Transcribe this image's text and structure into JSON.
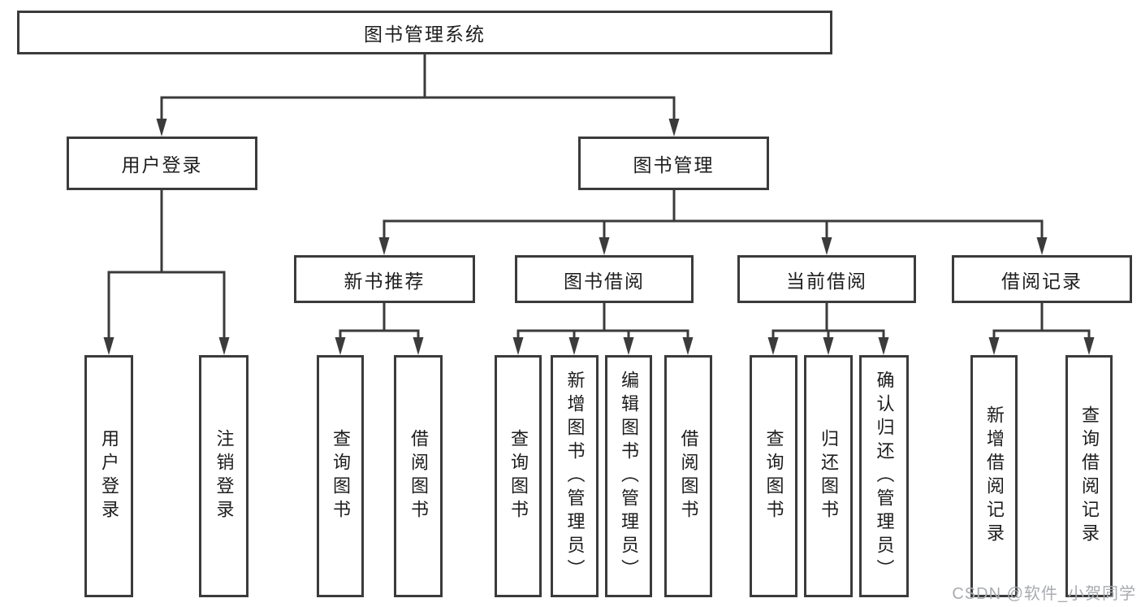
{
  "diagram": {
    "root": {
      "label": "图书管理系统"
    },
    "branches": [
      {
        "label": "用户登录",
        "children": [
          "用户登录",
          "注销登录"
        ]
      },
      {
        "label": "图书管理"
      }
    ],
    "modules": [
      {
        "label": "新书推荐",
        "children": [
          "查询图书",
          "借阅图书"
        ]
      },
      {
        "label": "图书借阅",
        "children": [
          "查询图书",
          "新增图书（管理员）",
          "编辑图书（管理员）",
          "借阅图书"
        ]
      },
      {
        "label": "当前借阅",
        "children": [
          "查询图书",
          "归还图书",
          "确认归还（管理员）"
        ]
      },
      {
        "label": "借阅记录",
        "children": [
          "新增借阅记录",
          "查询借阅记录"
        ]
      }
    ],
    "watermark": "CSDN @软件_小贺同学",
    "colors": {
      "line": "#3b3b3b",
      "text": "#1d1d1f",
      "watermark": "#a8abb0",
      "background": "#ffffff"
    }
  }
}
